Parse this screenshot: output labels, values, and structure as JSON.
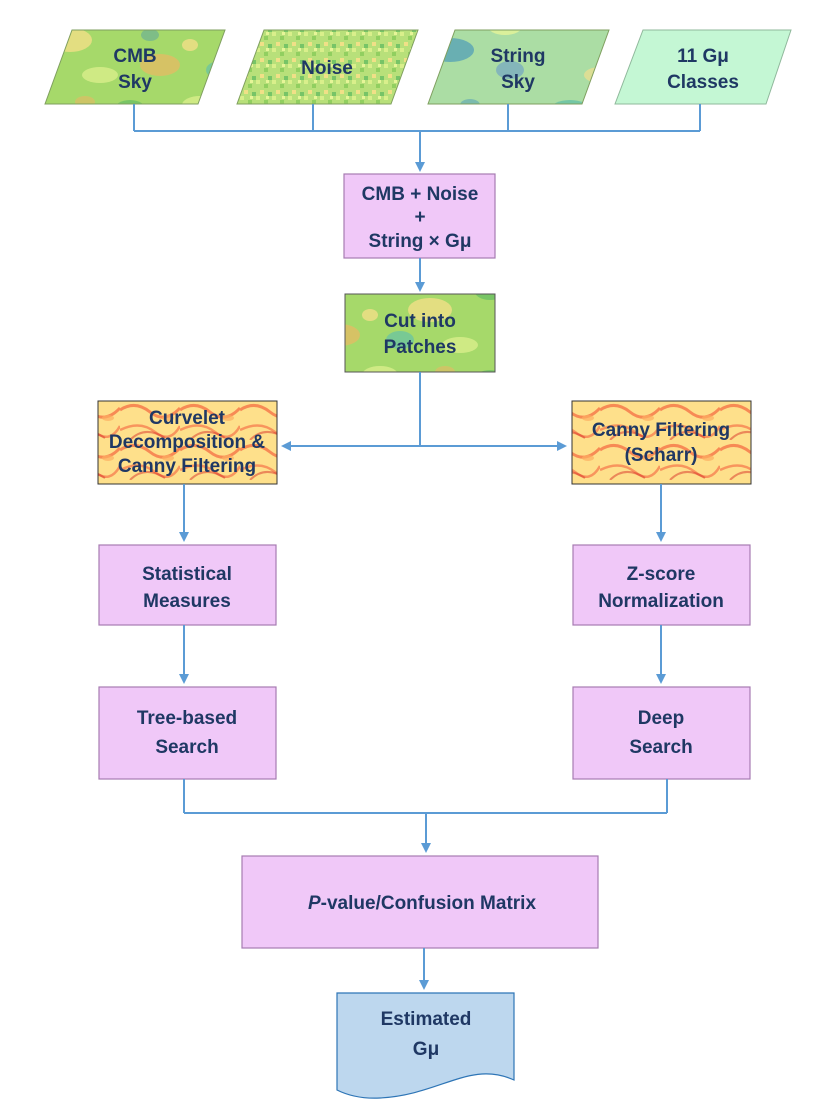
{
  "nodes": {
    "cmb_sky": {
      "line1": "CMB",
      "line2": "Sky"
    },
    "noise": {
      "line1": "Noise"
    },
    "string_sky": {
      "line1": "String",
      "line2": "Sky"
    },
    "classes": {
      "line1": "11 Gμ",
      "line2": "Classes"
    },
    "combine": {
      "line1": "CMB + Noise",
      "line2": "+",
      "line3": "String × Gμ"
    },
    "patches": {
      "line1": "Cut  into",
      "line2": "Patches"
    },
    "curvelet": {
      "line1": "Curvelet",
      "line2": "Decomposition &",
      "line3": "Canny Filtering"
    },
    "canny": {
      "line1": "Canny Filtering",
      "line2": "(Scharr)"
    },
    "statistical": {
      "line1": "Statistical",
      "line2": "Measures"
    },
    "zscore": {
      "line1": "Z-score",
      "line2": "Normalization"
    },
    "tree": {
      "line1": "Tree-based",
      "line2": "Search"
    },
    "deep": {
      "line1": "Deep",
      "line2": "Search"
    },
    "pvalue": {
      "italic": "P",
      "rest": "-value/Confusion Matrix"
    },
    "estimated": {
      "line1": "Estimated",
      "line2": "Gμ"
    }
  },
  "colors": {
    "process_fill": "#f0c8f8",
    "process_stroke": "#a77bb2",
    "input_fill": "#c4f7d4",
    "connector": "#5b9bd5",
    "text": "#1f3864",
    "output_fill": "#bdd7ee",
    "output_stroke": "#2e75b6",
    "map_base": "#a6d96a",
    "filter_base": "#fee08b"
  }
}
